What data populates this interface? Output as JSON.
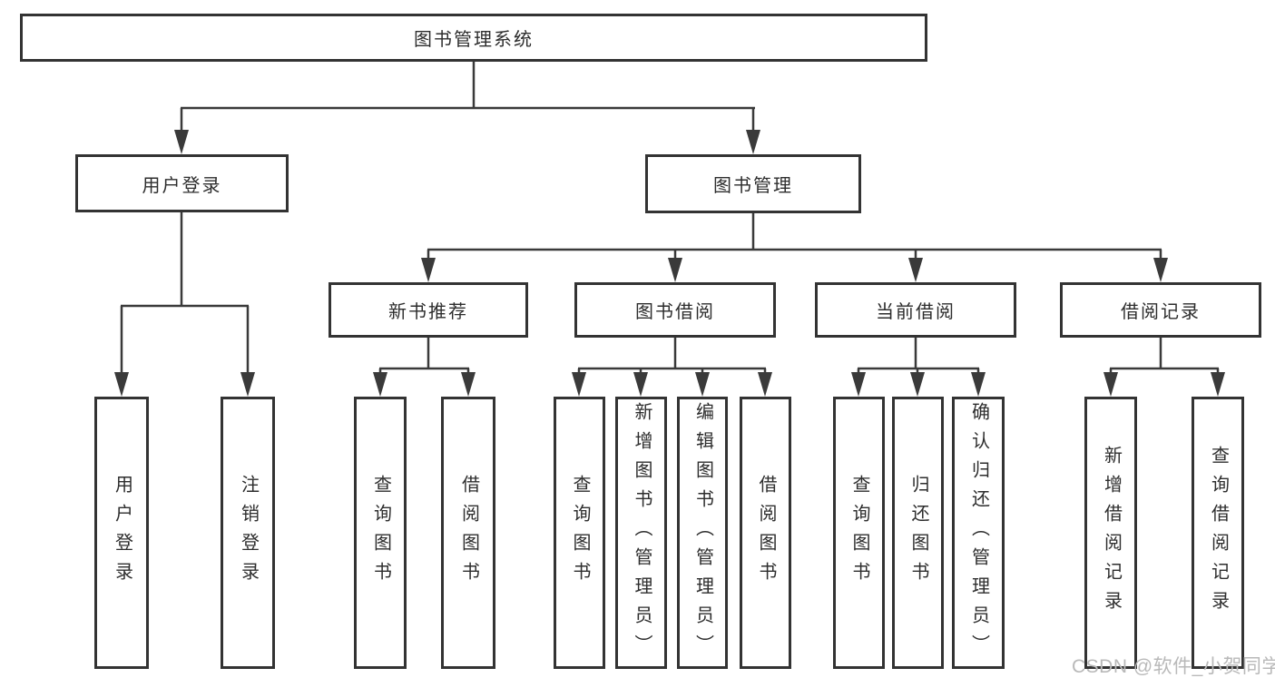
{
  "tree": {
    "label": "图书管理系统",
    "children": [
      {
        "label": "用户登录",
        "children": [
          {
            "label": "用户登录"
          },
          {
            "label": "注销登录"
          }
        ]
      },
      {
        "label": "图书管理",
        "children": [
          {
            "label": "新书推荐",
            "children": [
              {
                "label": "查询图书"
              },
              {
                "label": "借阅图书"
              }
            ]
          },
          {
            "label": "图书借阅",
            "children": [
              {
                "label": "查询图书"
              },
              {
                "label": "新增图书（管理员）"
              },
              {
                "label": "编辑图书（管理员）"
              },
              {
                "label": "借阅图书"
              }
            ]
          },
          {
            "label": "当前借阅",
            "children": [
              {
                "label": "查询图书"
              },
              {
                "label": "归还图书"
              },
              {
                "label": "确认归还（管理员）"
              }
            ]
          },
          {
            "label": "借阅记录",
            "children": [
              {
                "label": "新增借阅记录"
              },
              {
                "label": "查询借阅记录"
              }
            ]
          }
        ]
      }
    ]
  },
  "watermark": {
    "text": "CSDN @软件_小贺同学"
  },
  "colors": {
    "line": "#3a3a3a",
    "box_border": "#333333",
    "text": "#2d2d2d",
    "watermark": "#b9b9b9",
    "background": "#ffffff"
  }
}
